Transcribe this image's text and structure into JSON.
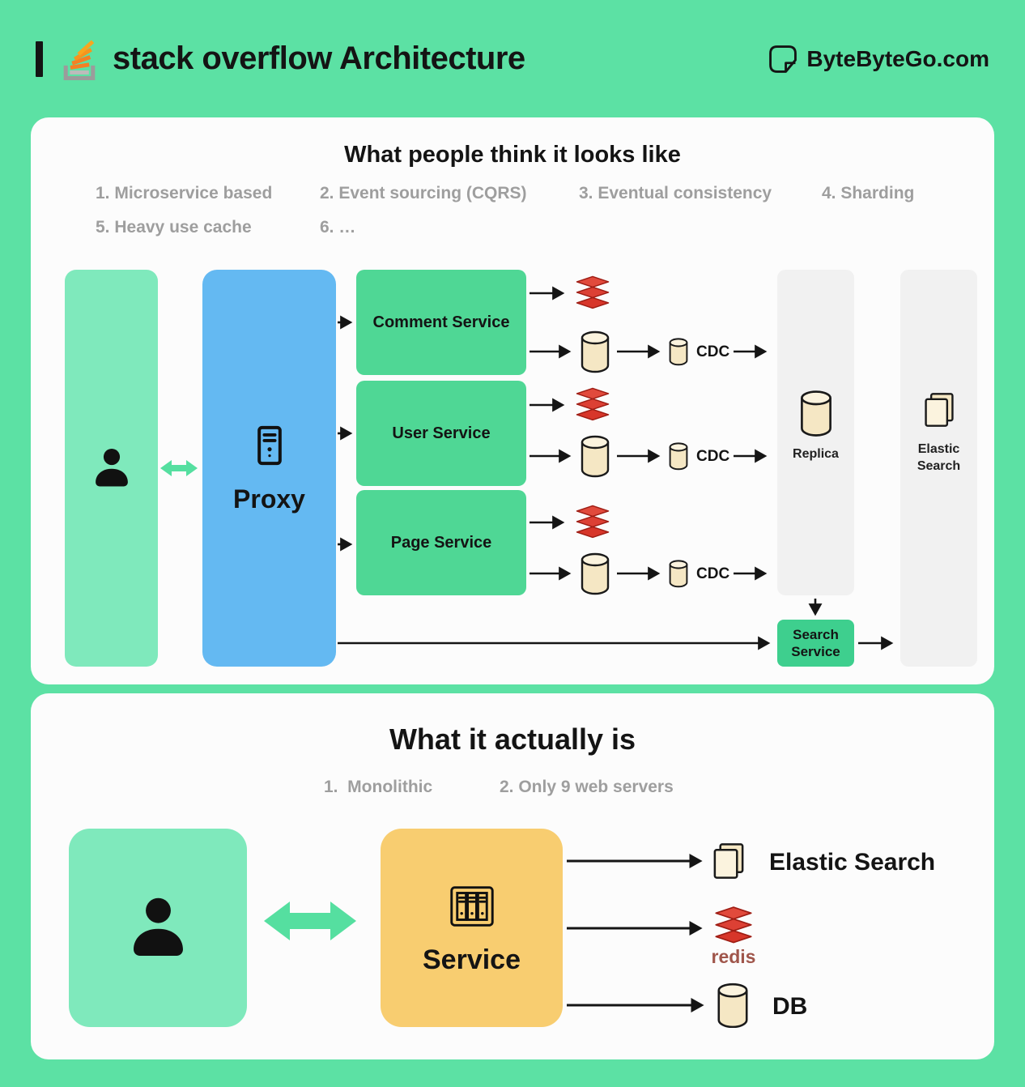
{
  "header": {
    "title": "stack overflow Architecture",
    "brand": "ByteByteGo.com"
  },
  "panel1": {
    "title": "What people think it looks like",
    "assumptions": [
      "1. Microservice based",
      "2. Event sourcing (CQRS)",
      "3. Eventual consistency",
      "4. Sharding",
      "5. Heavy use cache",
      "6. …"
    ],
    "proxy_label": "Proxy",
    "services": [
      "Comment Service",
      "User Service",
      "Page Service"
    ],
    "cdc_label": "CDC",
    "replica_label": "Replica",
    "elastic_label": "Elastic Search",
    "search_service_label": "Search Service"
  },
  "panel2": {
    "title": "What it actually is",
    "notes": [
      "1.  Monolithic",
      "2. Only 9 web servers"
    ],
    "service_label": "Service",
    "targets": [
      "Elastic Search",
      "redis",
      "DB"
    ]
  },
  "icons": {
    "stackoverflow-logo-icon": "gray tray with fanned orange bars",
    "bytebytego-logo-icon": "black outlined origami mark",
    "user-icon": "black person silhouette",
    "server-icon": "tower server outline",
    "rack-icon": "server rack with three columns",
    "redis-icon": "stack of three red cushions",
    "database-icon": "cream cylinder",
    "documents-icon": "two stacked cream pages",
    "double-arrow-icon": "green bidirectional arrow"
  },
  "colors": {
    "mint": "#5CE1A4",
    "panel": "#FCFCFC",
    "lightgreen": "#7FE9BC",
    "green": "#4FD795",
    "green-dark": "#3ECF8E",
    "blue": "#64B9F2",
    "yellow": "#F8CD70",
    "cream": "#F5E7C4",
    "red": "#D7362A",
    "graycol": "#F1F1F1",
    "graytext": "#9E9E9E",
    "so-orange": "#F48024",
    "arrow-green": "#55DFA0"
  }
}
